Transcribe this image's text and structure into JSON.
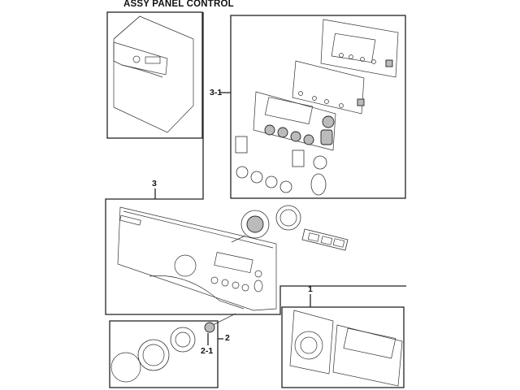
{
  "title": "ASSY PANEL CONTROL",
  "callouts": {
    "c1": "1",
    "c2": "2",
    "c2_1": "2-1",
    "c3": "3",
    "c3_1": "3-1"
  },
  "groups": [
    {
      "id": "overview",
      "description": "washer overview"
    },
    {
      "id": "3-1",
      "description": "control panel sub-assembly with buttons"
    },
    {
      "id": "3",
      "description": "front panel with knob and ring"
    },
    {
      "id": "2",
      "description": "knob and door ring"
    },
    {
      "id": "1",
      "description": "PCB assembly"
    }
  ]
}
